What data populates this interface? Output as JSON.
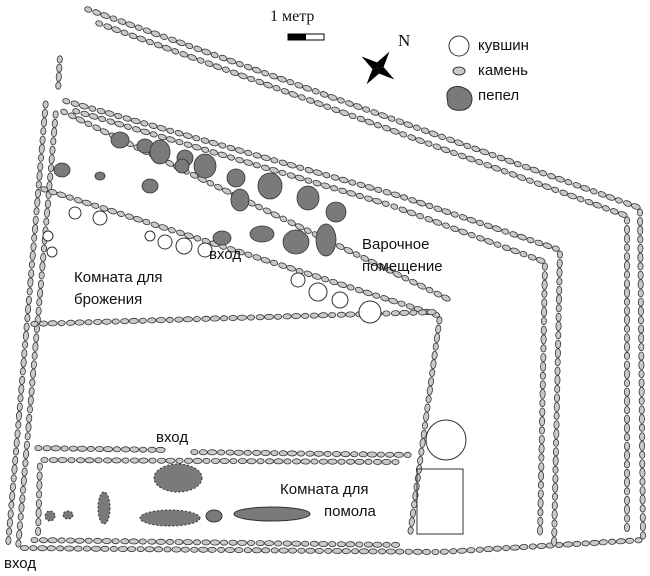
{
  "scale": {
    "label": "1 метр"
  },
  "north": {
    "label": "N"
  },
  "legend": [
    {
      "key": "jug",
      "label": "кувшин"
    },
    {
      "key": "stone",
      "label": "камень"
    },
    {
      "key": "ash",
      "label": "пепел"
    }
  ],
  "rooms": {
    "cooking": {
      "line1": "Варочное",
      "line2": "помещение"
    },
    "fermentation": {
      "line1": "Комната для",
      "line2": "брожения"
    },
    "grinding": {
      "line1": "Комната для",
      "line2": "помола"
    }
  },
  "entrances": {
    "upper": "вход",
    "middle": "вход",
    "lower": "вход"
  },
  "colors": {
    "stone": "#c9c9c9",
    "ash": "#7a7a7a",
    "outline": "#333333"
  }
}
